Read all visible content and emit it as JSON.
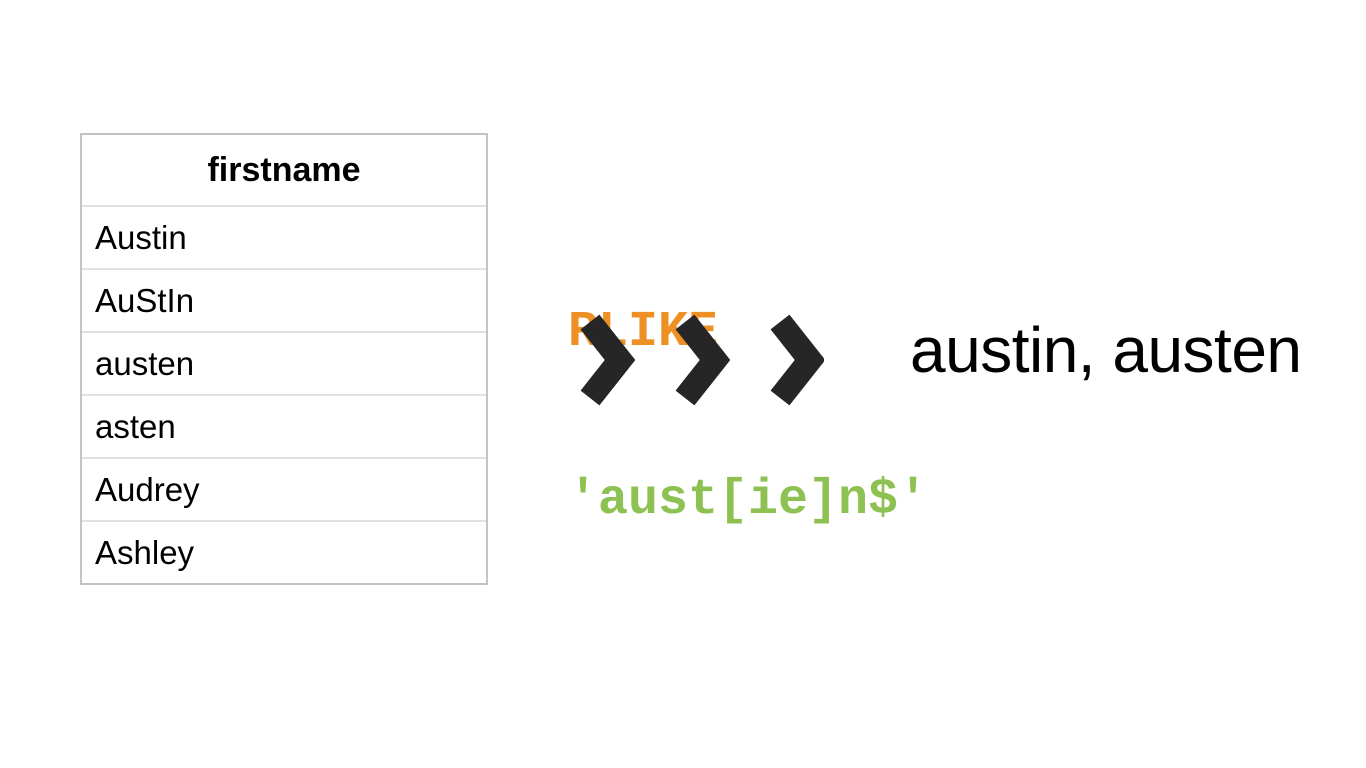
{
  "table": {
    "header": "firstname",
    "rows": [
      "Austin",
      "AuStIn",
      "austen",
      "asten",
      "Audrey",
      "Ashley"
    ]
  },
  "code": {
    "keyword": "RLIKE",
    "pattern": "'aust[ie]n$'"
  },
  "result": {
    "text": "austin, austen"
  },
  "icons": {
    "chevron": "triple-chevron-right"
  },
  "colors": {
    "keyword_orange": "#ee9125",
    "pattern_green": "#8dc152",
    "chevron_dark": "#262626",
    "text_black": "#000000",
    "table_border_outer": "#c3c3c3",
    "table_border_inner": "#e1e1e1",
    "background": "#ffffff"
  }
}
